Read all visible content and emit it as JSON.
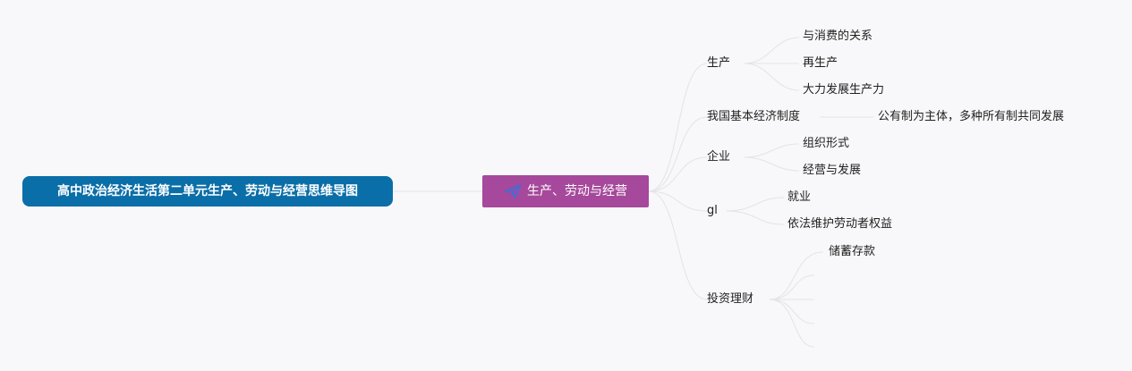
{
  "root": {
    "label": "高中政治经济生活第二单元生产、劳动与经营思维导图"
  },
  "main": {
    "label": "生产、劳动与经营",
    "icon": "paper-plane-icon"
  },
  "branches": [
    {
      "label": "生产",
      "children": [
        "与消费的关系",
        "再生产",
        "大力发展生产力"
      ]
    },
    {
      "label": "我国基本经济制度",
      "children": [
        "公有制为主体，多种所有制共同发展"
      ]
    },
    {
      "label": "企业",
      "children": [
        "组织形式",
        "经营与发展"
      ]
    },
    {
      "label": "gl",
      "children": [
        "就业",
        "依法维护劳动者权益"
      ]
    },
    {
      "label": "投资理财",
      "children": [
        "储蓄存款",
        "",
        "",
        "",
        ""
      ]
    }
  ],
  "colors": {
    "root_bg": "#0a6ea8",
    "main_bg": "#a6489b",
    "line": "#e3e3e8",
    "background": "#f8f8fa"
  }
}
